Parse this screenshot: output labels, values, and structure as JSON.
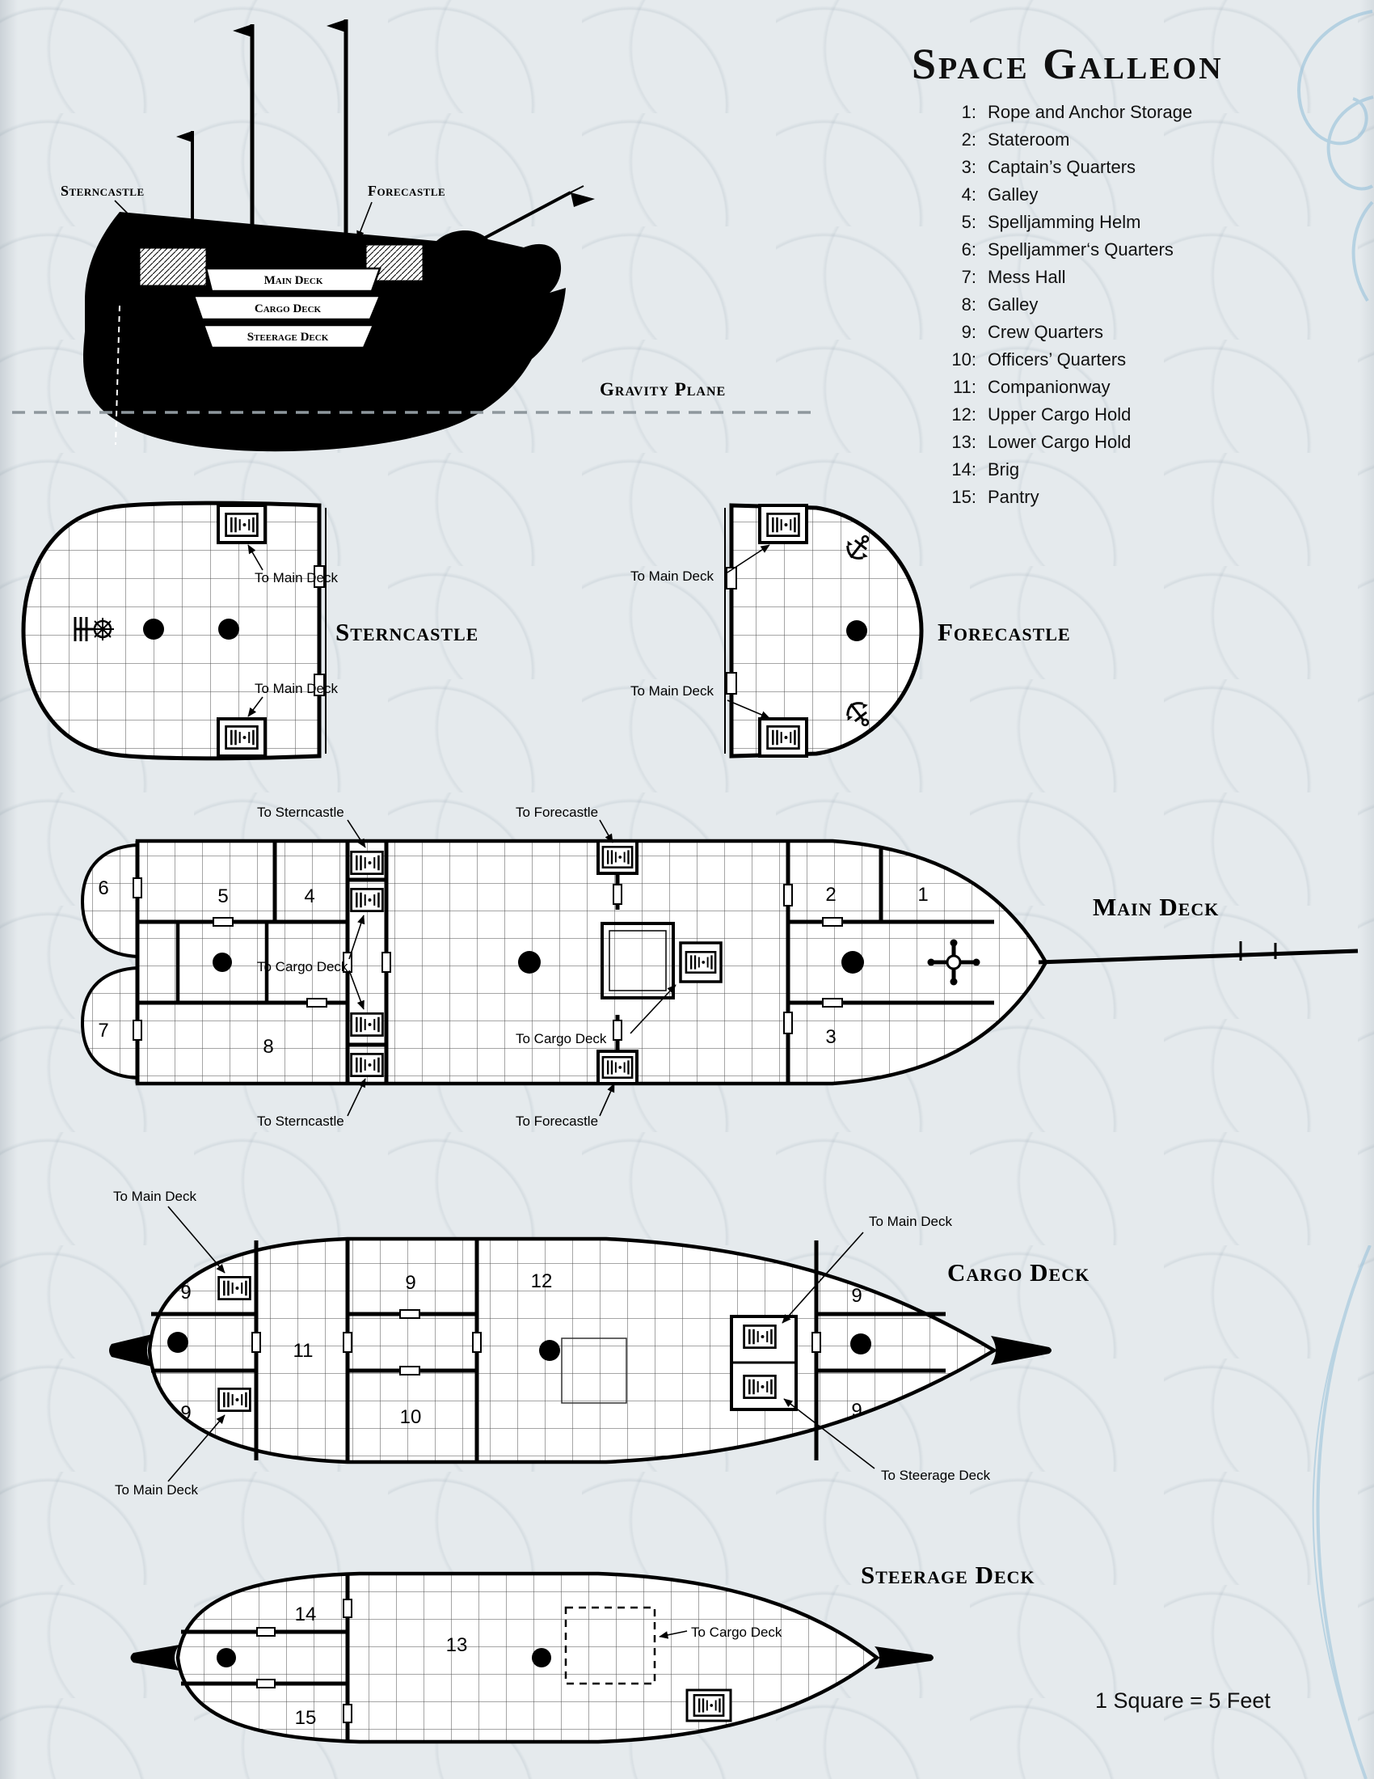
{
  "page": {
    "title": "Space Galleon",
    "scale_note": "1 Square = 5 Feet"
  },
  "legend": [
    {
      "num": "1:",
      "label": "Rope and Anchor Storage"
    },
    {
      "num": "2:",
      "label": "Stateroom"
    },
    {
      "num": "3:",
      "label": "Captain’s Quarters"
    },
    {
      "num": "4:",
      "label": "Galley"
    },
    {
      "num": "5:",
      "label": "Spelljamming Helm"
    },
    {
      "num": "6:",
      "label": "Spelljammer‘s Quarters"
    },
    {
      "num": "7:",
      "label": "Mess Hall"
    },
    {
      "num": "8:",
      "label": "Galley"
    },
    {
      "num": "9:",
      "label": "Crew Quarters"
    },
    {
      "num": "10:",
      "label": "Officers’ Quarters"
    },
    {
      "num": "11:",
      "label": "Companionway"
    },
    {
      "num": "12:",
      "label": "Upper Cargo Hold"
    },
    {
      "num": "13:",
      "label": "Lower Cargo Hold"
    },
    {
      "num": "14:",
      "label": "Brig"
    },
    {
      "num": "15:",
      "label": "Pantry"
    }
  ],
  "side_view": {
    "sterncastle": "Sterncastle",
    "forecastle": "Forecastle",
    "main_deck": "Main Deck",
    "cargo_deck": "Cargo Deck",
    "steerage_deck": "Steerage Deck",
    "gravity_plane": "Gravity Plane"
  },
  "sterncastle_plan": {
    "title": "Sterncastle",
    "to_main_deck_top": "To Main Deck",
    "to_main_deck_bottom": "To Main Deck"
  },
  "forecastle_plan": {
    "title": "Forecastle",
    "to_main_deck_top": "To Main Deck",
    "to_main_deck_bottom": "To Main Deck"
  },
  "main_deck_plan": {
    "title": "Main Deck",
    "rooms": {
      "n6": "6",
      "n5": "5",
      "n4": "4",
      "n7": "7",
      "n8": "8",
      "n2": "2",
      "n1": "1",
      "n3": "3"
    },
    "to_sterncastle_top": "To Sterncastle",
    "to_sterncastle_bottom": "To Sterncastle",
    "to_forecastle_top": "To Forecastle",
    "to_forecastle_bottom": "To Forecastle",
    "to_cargo_deck_left": "To Cargo Deck",
    "to_cargo_deck_center": "To Cargo Deck"
  },
  "cargo_deck_plan": {
    "title": "Cargo Deck",
    "rooms": {
      "left_top": "9",
      "left_bottom": "9",
      "companionway": "11",
      "mid_top": "9",
      "mid_bottom": "10",
      "hold": "12",
      "right_top": "9",
      "right_bottom": "9"
    },
    "to_main_deck_top_left": "To Main Deck",
    "to_main_deck_top_right": "To Main Deck",
    "to_main_deck_bottom_left": "To Main Deck",
    "to_steerage_deck": "To Steerage Deck"
  },
  "steerage_deck_plan": {
    "title": "Steerage Deck",
    "rooms": {
      "brig": "14",
      "hold": "13",
      "pantry": "15"
    },
    "to_cargo_deck": "To Cargo Deck"
  }
}
